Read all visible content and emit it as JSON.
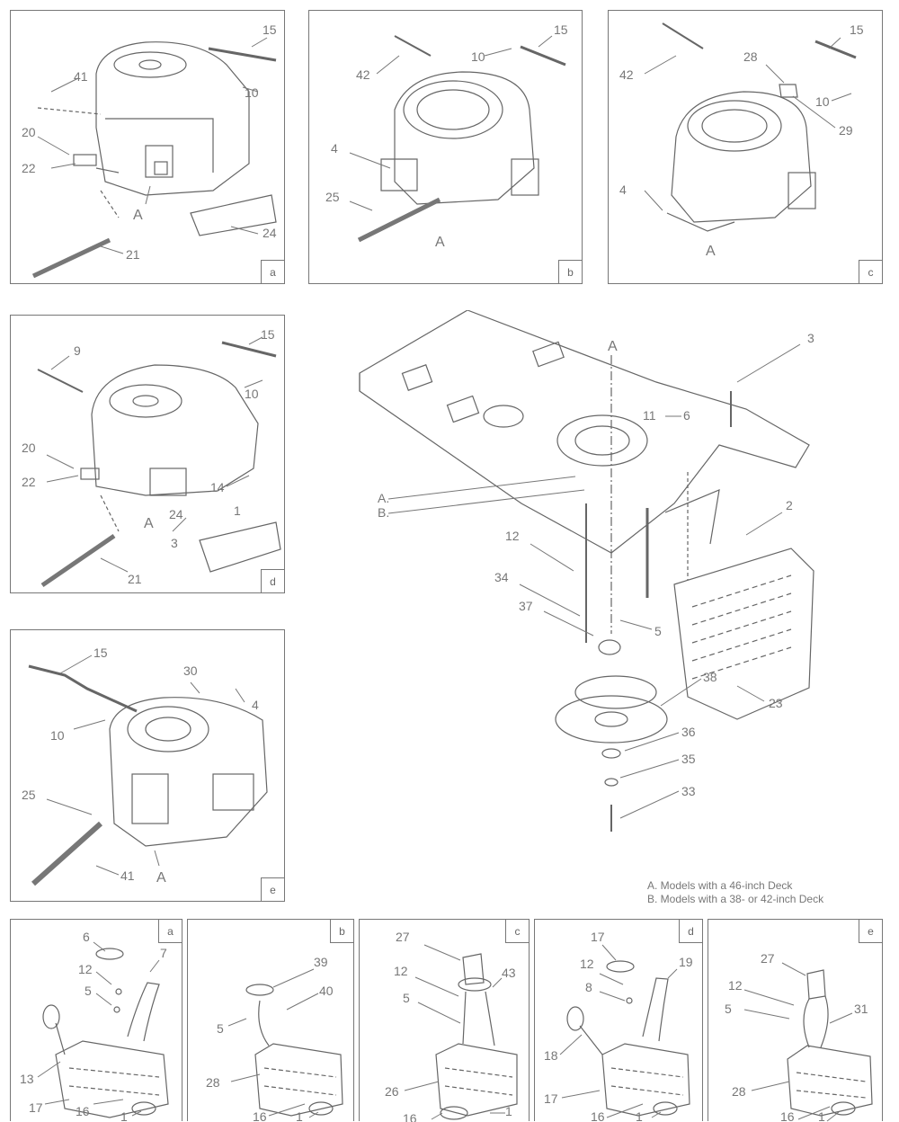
{
  "engine_panels": [
    {
      "id": "a",
      "tag": "a",
      "callouts": [
        "15",
        "41",
        "10",
        "20",
        "22",
        "A",
        "24",
        "21"
      ]
    },
    {
      "id": "b",
      "tag": "b",
      "callouts": [
        "42",
        "10",
        "15",
        "4",
        "25",
        "A"
      ]
    },
    {
      "id": "c",
      "tag": "c",
      "callouts": [
        "42",
        "28",
        "15",
        "10",
        "29",
        "4",
        "A"
      ]
    },
    {
      "id": "d",
      "tag": "d",
      "callouts": [
        "9",
        "15",
        "10",
        "20",
        "22",
        "14",
        "A",
        "24",
        "1",
        "3",
        "21"
      ]
    },
    {
      "id": "e",
      "tag": "e",
      "callouts": [
        "15",
        "30",
        "4",
        "10",
        "25",
        "41",
        "A"
      ]
    }
  ],
  "main_assembly": {
    "callouts": [
      "A",
      "3",
      "11",
      "6",
      "A.",
      "B.",
      "2",
      "12",
      "34",
      "37",
      "5",
      "23",
      "38",
      "36",
      "35",
      "33"
    ]
  },
  "notes": {
    "a": "A. Models with a 46-inch Deck",
    "b": "B. Models with a 38- or 42-inch Deck"
  },
  "muffler_panels": [
    {
      "id": "a",
      "tag": "a",
      "callouts": [
        "6",
        "12",
        "7",
        "5",
        "13",
        "17",
        "16",
        "1"
      ]
    },
    {
      "id": "b",
      "tag": "b",
      "callouts": [
        "39",
        "40",
        "5",
        "28",
        "16",
        "1"
      ]
    },
    {
      "id": "c",
      "tag": "c",
      "callouts": [
        "27",
        "12",
        "43",
        "5",
        "26",
        "16",
        "1"
      ]
    },
    {
      "id": "d",
      "tag": "d",
      "callouts": [
        "17",
        "12",
        "19",
        "8",
        "18",
        "17",
        "16",
        "1"
      ]
    },
    {
      "id": "e",
      "tag": "e",
      "callouts": [
        "27",
        "12",
        "5",
        "31",
        "28",
        "16",
        "1"
      ]
    }
  ]
}
